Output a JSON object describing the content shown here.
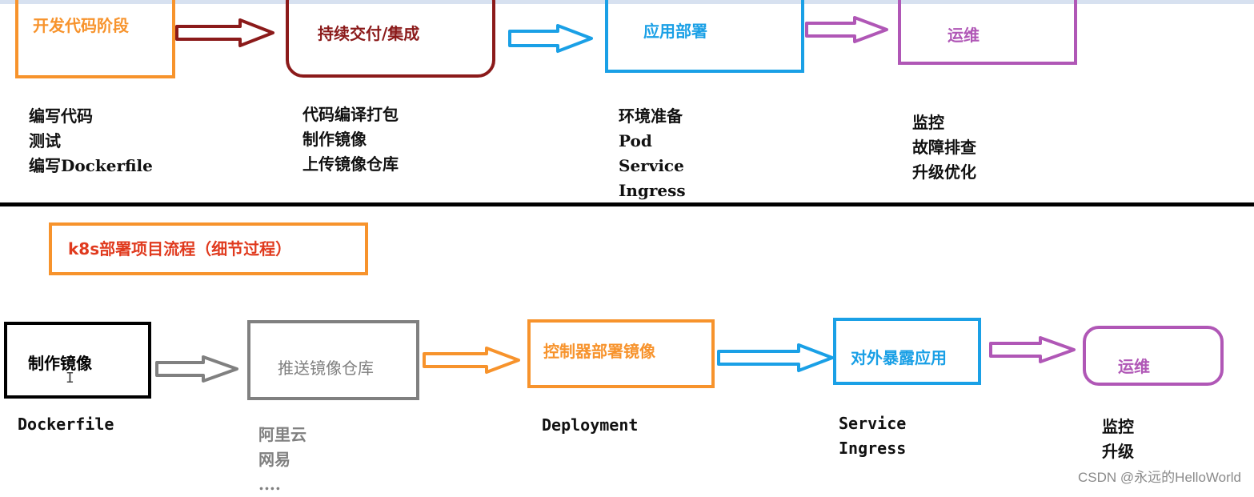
{
  "top_row": {
    "stages": [
      {
        "label": "开发代码阶段",
        "color": "#f7932c",
        "notes": [
          "编写代码",
          "测试",
          "编写Dockerfile"
        ]
      },
      {
        "label": "持续交付/集成",
        "color": "#8b1a1a",
        "notes": [
          "代码编译打包",
          "制作镜像",
          "上传镜像仓库"
        ]
      },
      {
        "label": "应用部署",
        "color": "#1aa0e6",
        "notes": [
          "环境准备",
          "Pod",
          "Service",
          "Ingress"
        ]
      },
      {
        "label": "运维",
        "color": "#b057b6",
        "notes": [
          "监控",
          "故障排查",
          "升级优化"
        ]
      }
    ],
    "arrow_colors": [
      "#8b1a1a",
      "#1aa0e6",
      "#b057b6"
    ]
  },
  "title": {
    "text": "k8s部署项目流程（细节过程）",
    "border_color": "#f7932c",
    "text_color": "#e03a1e"
  },
  "bottom_row": {
    "stages": [
      {
        "label": "制作镜像",
        "color": "#000000",
        "notes": [
          "Dockerfile"
        ]
      },
      {
        "label": "推送镜像仓库",
        "color": "#808080",
        "notes": [
          "阿里云",
          "网易",
          "...."
        ]
      },
      {
        "label": "控制器部署镜像",
        "color": "#f7932c",
        "notes": [
          "Deployment"
        ]
      },
      {
        "label": "对外暴露应用",
        "color": "#1aa0e6",
        "notes": [
          "Service",
          "Ingress"
        ]
      },
      {
        "label": "运维",
        "color": "#b057b6",
        "notes": [
          "监控",
          "升级"
        ]
      }
    ],
    "arrow_colors": [
      "#808080",
      "#f7932c",
      "#1aa0e6",
      "#b057b6"
    ]
  },
  "watermark": "CSDN @永远的HelloWorld"
}
